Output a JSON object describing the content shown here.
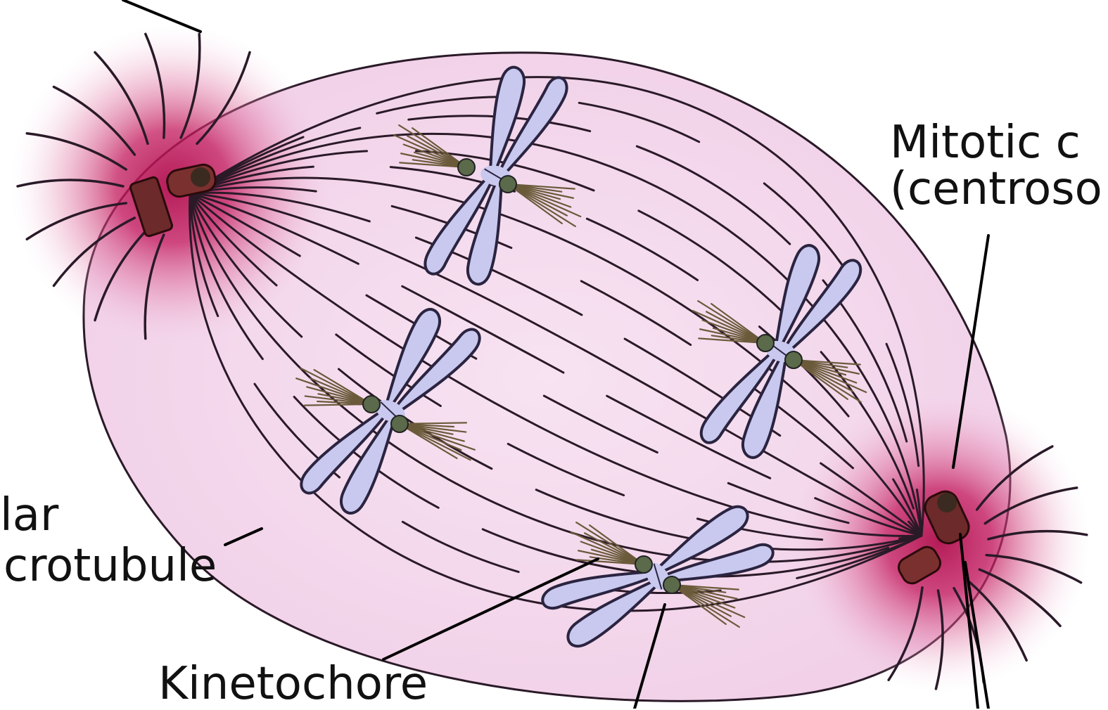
{
  "colors": {
    "background": "#ffffff",
    "spindle_fill": "#f4dcef",
    "aster_glow": "#c2185b",
    "microtubule": "#2a1a28",
    "chromosome_fill": "#c9c8ef",
    "chromosome_outline": "#2a2440",
    "kinetochore": "#5a6a4a",
    "kinetochore_fibers": "#6b5a3a",
    "centriole": "#6d2a2a",
    "label_text": "#111111",
    "leader_line": "#000000"
  },
  "labels": {
    "mitotic_line1": "Mitotic c",
    "mitotic_line2": "(centroso",
    "polar_line1": "lar",
    "polar_line2": "crotubule",
    "kinetochore": "Kinetochore"
  },
  "icons": {
    "chromosome": "x-shaped-chromosome",
    "centrosome": "centriole-pair"
  }
}
